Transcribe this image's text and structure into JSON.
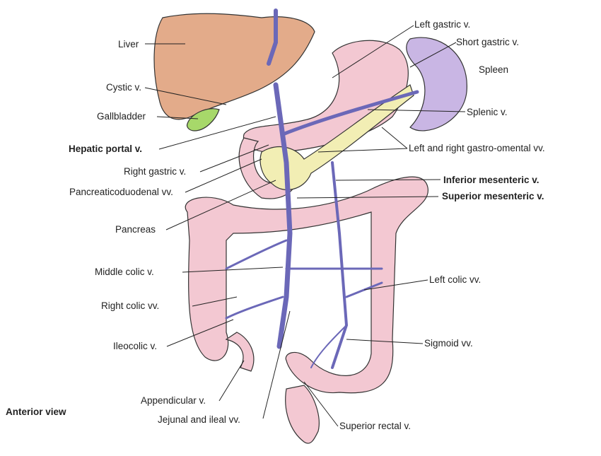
{
  "view_label": "Anterior view",
  "labels": {
    "liver": "Liver",
    "left_gastric": "Left gastric v.",
    "short_gastric": "Short gastric v.",
    "spleen": "Spleen",
    "cystic": "Cystic v.",
    "gallbladder": "Gallbladder",
    "splenic": "Splenic v.",
    "hepatic_portal": "Hepatic portal v.",
    "gastro_omental": "Left and right gastro-omental vv.",
    "right_gastric": "Right gastric v.",
    "inferior_mesenteric": "Inferior mesenteric v.",
    "pancreaticoduodenal": "Pancreaticoduodenal vv.",
    "superior_mesenteric": "Superior mesenteric v.",
    "pancreas": "Pancreas",
    "middle_colic": "Middle colic v.",
    "left_colic": "Left colic vv.",
    "right_colic": "Right colic vv.",
    "ileocolic": "Ileocolic v.",
    "sigmoid": "Sigmoid vv.",
    "appendicular": "Appendicular v.",
    "jejunal_ileal": "Jejunal and ileal vv.",
    "superior_rectal": "Superior rectal v."
  },
  "colors": {
    "liver": "#e3ab8a",
    "organ_pink": "#f3c8d2",
    "spleen": "#c9b6e4",
    "vein": "#6b68b8",
    "pancreas": "#f2eeb4",
    "gallbladder": "#a7d86a"
  }
}
